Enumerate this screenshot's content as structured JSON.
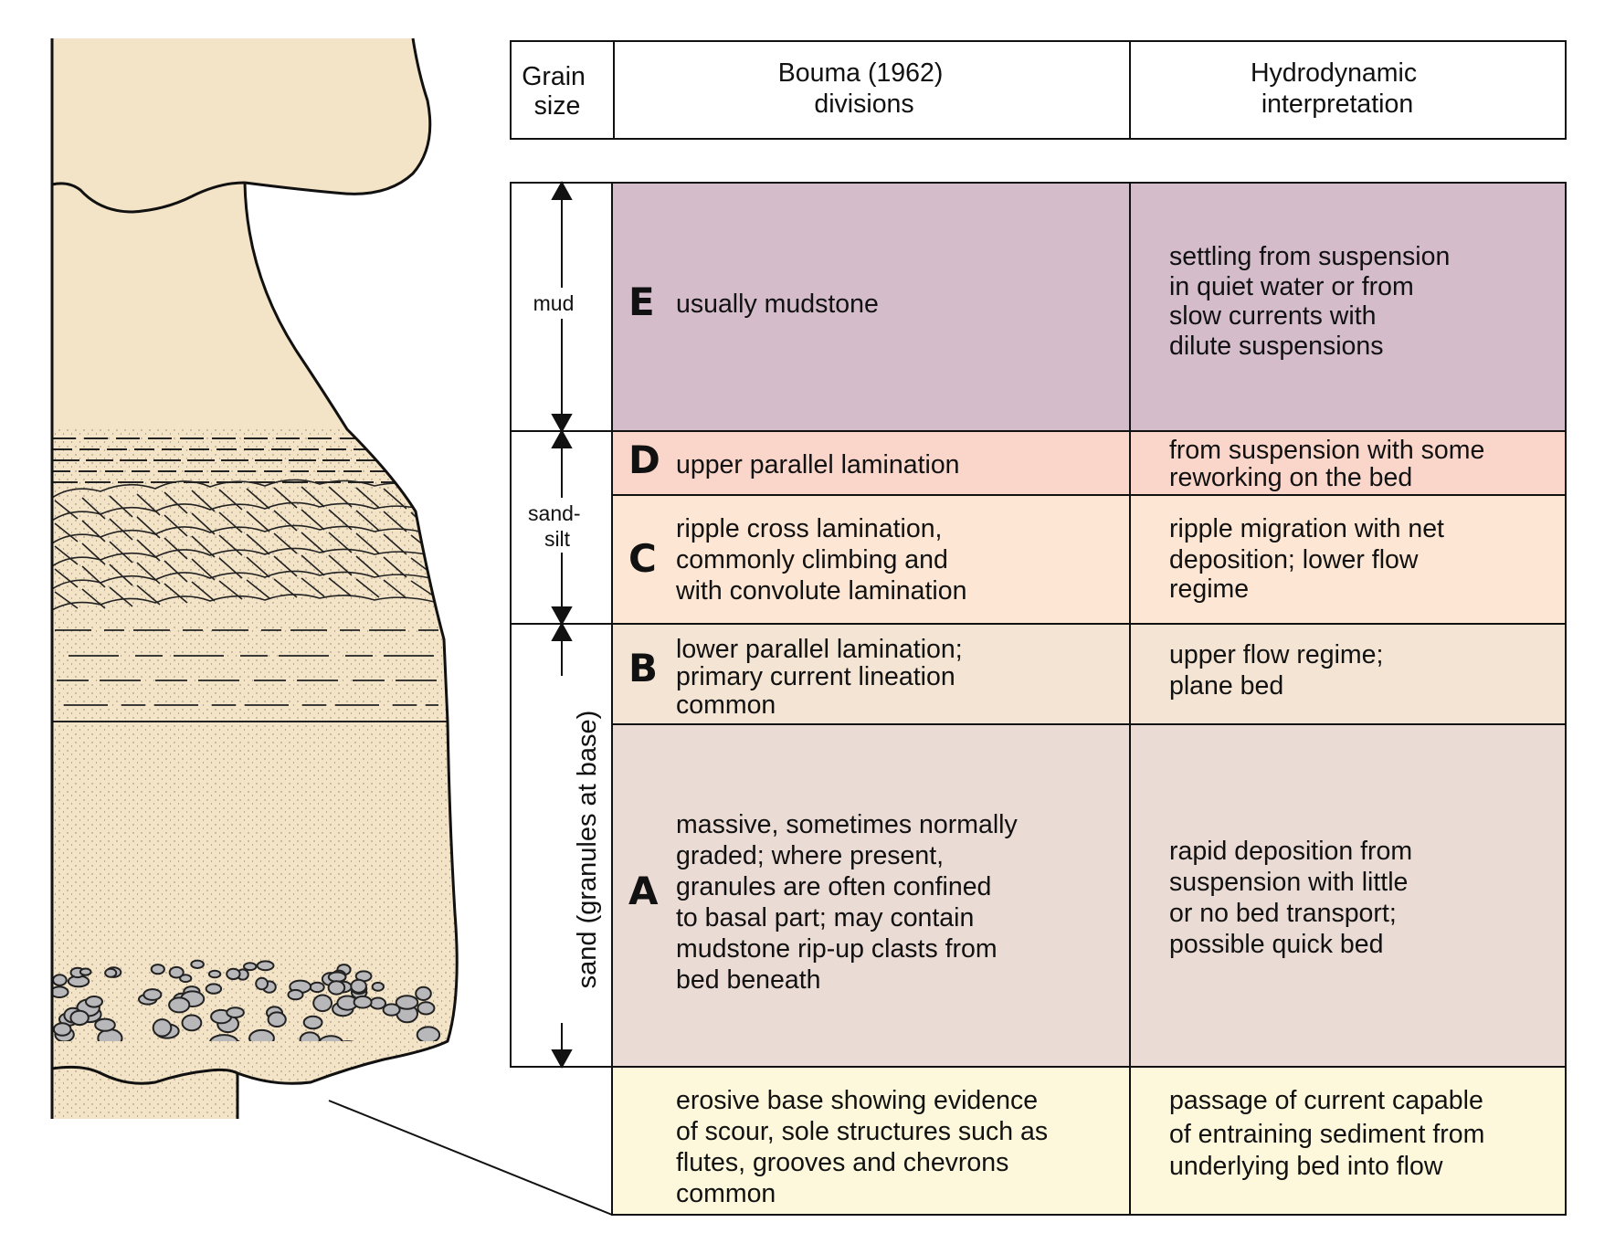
{
  "colors": {
    "E": "#d5bccb",
    "D": "#fad6ca",
    "C": "#fde6d3",
    "B": "#f4e4d3",
    "A": "#ebdbd5",
    "base": "#fdf8db",
    "column_fill": "#f3e4c7",
    "pebble": "#b8b8ba"
  },
  "header": {
    "grain_size": [
      "Grain",
      "size"
    ],
    "divisions": [
      "Bouma (1962)",
      "divisions"
    ],
    "interpretation": [
      "Hydrodynamic",
      "interpretation"
    ]
  },
  "grain_sizes": {
    "mud": "mud",
    "sand_silt": [
      "sand-",
      "silt"
    ],
    "sand": "sand (granules at base)"
  },
  "divisions": [
    {
      "letter": "E",
      "description": [
        "usually mudstone"
      ],
      "interpretation": [
        "settling from suspension",
        "in quiet water or from",
        "slow currents with",
        "dilute suspensions"
      ]
    },
    {
      "letter": "D",
      "description": [
        "upper parallel lamination"
      ],
      "interpretation": [
        "from suspension with some",
        "reworking on the bed"
      ]
    },
    {
      "letter": "C",
      "description": [
        "ripple cross lamination,",
        "commonly climbing and",
        "with convolute lamination"
      ],
      "interpretation": [
        "ripple migration with net",
        "deposition; lower flow",
        "regime"
      ]
    },
    {
      "letter": "B",
      "description": [
        "lower parallel lamination;",
        "primary current lineation",
        "common"
      ],
      "interpretation": [
        "upper flow regime;",
        "plane bed"
      ]
    },
    {
      "letter": "A",
      "description": [
        "massive, sometimes normally",
        "graded; where present,",
        "granules are often confined",
        "to basal part; may contain",
        "mudstone rip-up clasts from",
        "bed beneath"
      ],
      "interpretation": [
        "rapid deposition from",
        "suspension with little",
        "or no bed transport;",
        "possible quick bed"
      ]
    }
  ],
  "base": {
    "description": [
      "erosive base showing evidence",
      "of scour, sole structures such as",
      "flutes, grooves and chevrons",
      "common"
    ],
    "interpretation": [
      "passage of current capable",
      "of entraining sediment from",
      "underlying bed into flow"
    ]
  }
}
